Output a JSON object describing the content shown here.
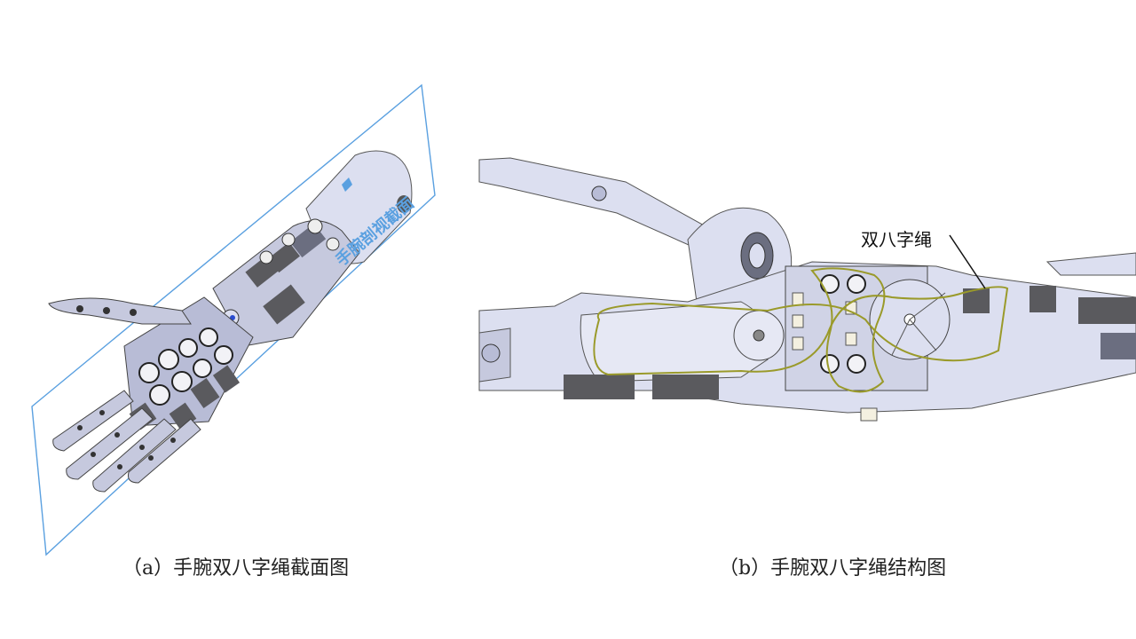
{
  "figure": {
    "panel_a": {
      "caption": "（a）手腕双八字绳截面图",
      "plane_label": "手腕剖视截面"
    },
    "panel_b": {
      "caption": "（b）手腕双八字绳结构图",
      "callout_label": "双八字绳"
    }
  },
  "colors": {
    "plane": "#5aa0e0",
    "metal_light": "#dcdff0",
    "metal_mid": "#b8bcd6",
    "metal_dark": "#6b6e80",
    "block_dark": "#5a5a5e",
    "rope": "#9a9a2a"
  }
}
